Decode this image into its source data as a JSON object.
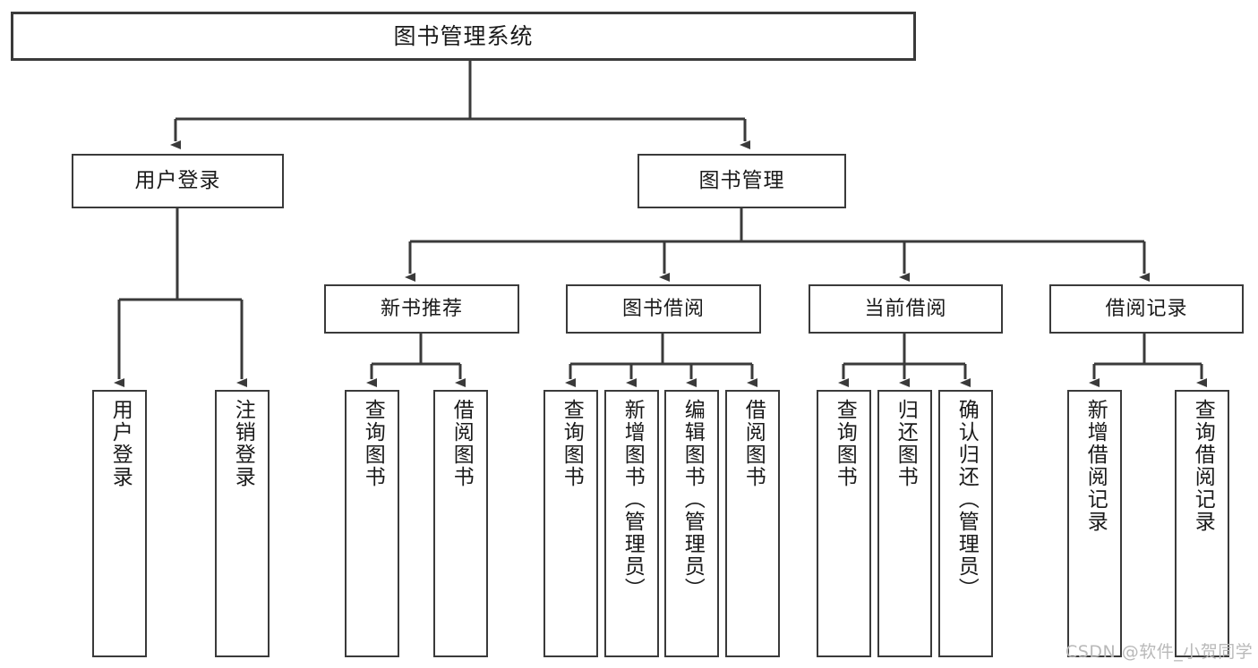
{
  "diagram": {
    "title": "图书管理系统",
    "watermark": "CSDN @软件_小贺同学",
    "line_color": "#3a3a3a",
    "text_color": "#1a1a1a",
    "background_color": "#ffffff",
    "watermark_color": "#b9b9b9"
  },
  "nodes": {
    "root": {
      "label": "图书管理系统"
    },
    "level2": [
      {
        "label": "用户登录"
      },
      {
        "label": "图书管理"
      }
    ],
    "level3": [
      {
        "label": "新书推荐"
      },
      {
        "label": "图书借阅"
      },
      {
        "label": "当前借阅"
      },
      {
        "label": "借阅记录"
      }
    ],
    "leaves": {
      "user_login": [
        {
          "label": "用户登录"
        },
        {
          "label": "注销登录"
        }
      ],
      "new_book_recommend": [
        {
          "label": "查询图书"
        },
        {
          "label": "借阅图书"
        }
      ],
      "book_borrow": [
        {
          "label": "查询图书"
        },
        {
          "label": "新增图书（管理员）"
        },
        {
          "label": "编辑图书（管理员）"
        },
        {
          "label": "借阅图书"
        }
      ],
      "current_borrow": [
        {
          "label": "查询图书"
        },
        {
          "label": "归还图书"
        },
        {
          "label": "确认归还（管理员）"
        }
      ],
      "borrow_record": [
        {
          "label": "新增借阅记录"
        },
        {
          "label": "查询借阅记录"
        }
      ]
    }
  }
}
